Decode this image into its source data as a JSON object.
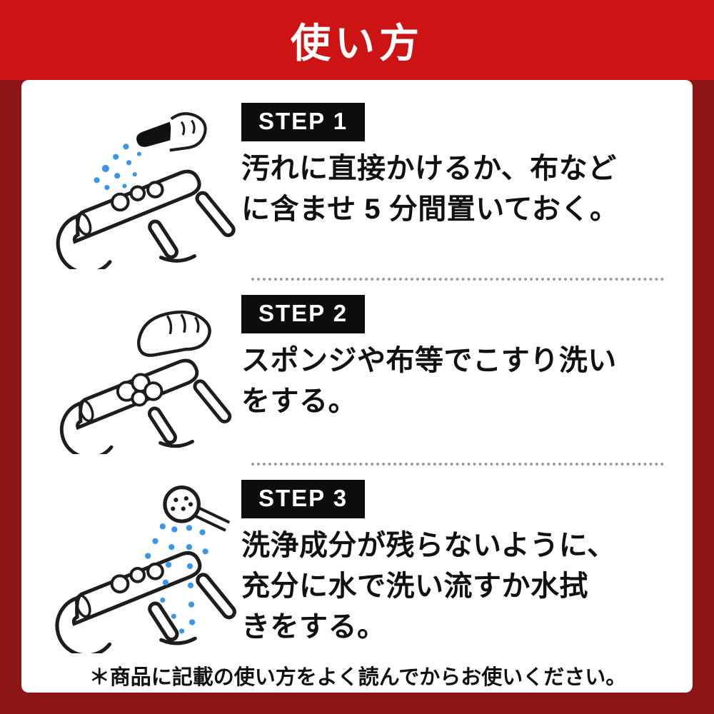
{
  "header": {
    "title": "使い方"
  },
  "steps": [
    {
      "badge": "STEP 1",
      "illustration": "spray-bottle-on-faucet",
      "lines": [
        "汚れに直接かけるか、布など",
        "に含ませ 5 分間置いておく。"
      ]
    },
    {
      "badge": "STEP 2",
      "illustration": "hand-wiping-faucet",
      "lines": [
        "スポンジや布等でこすり洗い",
        "をする。"
      ]
    },
    {
      "badge": "STEP 3",
      "illustration": "shower-rinsing-faucet",
      "lines": [
        "洗浄成分が残らないように、",
        "充分に水で洗い流すか水拭",
        "きをする。"
      ]
    }
  ],
  "footer": {
    "note": "＊商品に記載の使い方をよく読んでからお使いください。"
  },
  "colors": {
    "header_red": "#cd1414",
    "border_red": "#8c1616",
    "badge_black": "#0d0d0d",
    "spray_blue": "#3a97e8",
    "text_black": "#111111"
  }
}
